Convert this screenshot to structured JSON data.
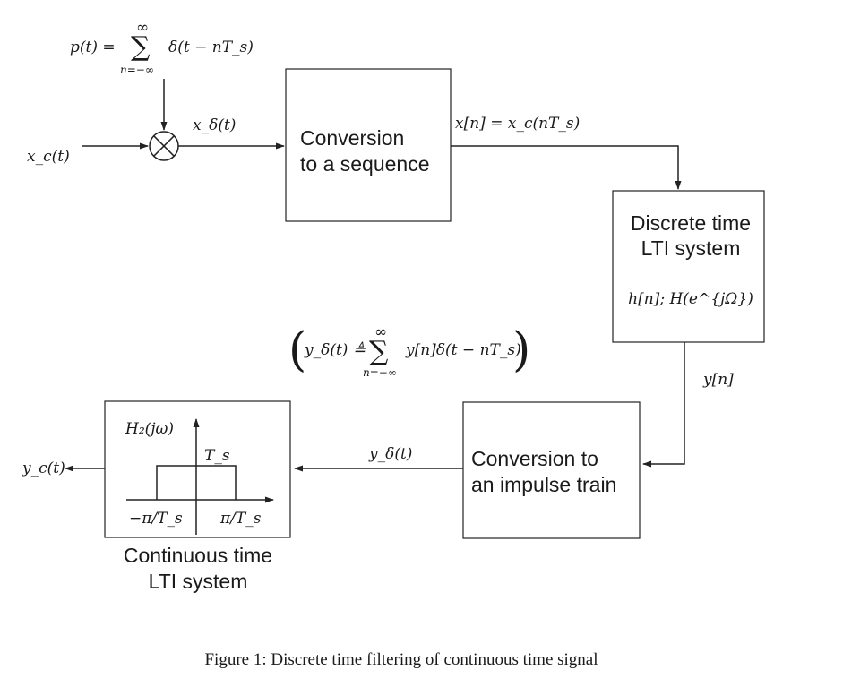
{
  "signals": {
    "xc_t": "x_c(t)",
    "p_t_lhs": "p(t) =",
    "p_t_sum_top": "∞",
    "p_t_sum_bottom": "n=−∞",
    "p_t_term": "δ(t − nT_s)",
    "x_delta": "x_δ(t)",
    "x_n": "x[n] = x_c(nT_s)",
    "y_n": "y[n]",
    "y_delta": "y_δ(t)",
    "y_delta_def_lhs": "y_δ(t) ≜",
    "y_delta_sum_top": "∞",
    "y_delta_sum_bottom": "n=−∞",
    "y_delta_def_term": "y[n]δ(t − nT_s)",
    "yc_t": "y_c(t)"
  },
  "blocks": {
    "conversion_sequence": {
      "line1": "Conversion",
      "line2": "to a sequence"
    },
    "discrete_lti": {
      "line1": "Discrete time",
      "line2": "LTI system",
      "sub": "h[n];  H(e^{jΩ})"
    },
    "conversion_impulse": {
      "line1": "Conversion to",
      "line2": "an impulse train"
    },
    "continuous_lti": {
      "label_line1": "Continuous time",
      "label_line2": "LTI system",
      "plot_label": "H₂(jω)",
      "height_label": "T_s",
      "neg_cutoff": "−π/T_s",
      "pos_cutoff": "π/T_s"
    }
  },
  "caption": "Figure 1: Discrete time filtering of continuous time signal"
}
